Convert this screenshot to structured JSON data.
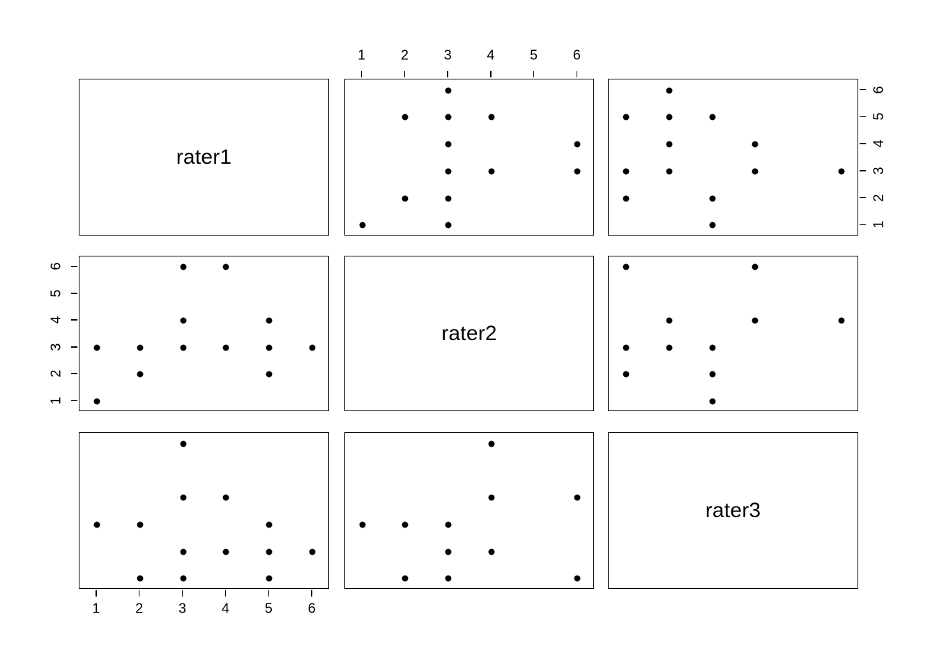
{
  "figure": {
    "kind": "scatterplot-matrix",
    "background": "#ffffff",
    "point_color": "#000000",
    "axis_color": "#000000",
    "variables": [
      "rater1",
      "rater2",
      "rater3"
    ],
    "diagonal_labels": [
      "rater1",
      "rater2",
      "rater3"
    ],
    "tick_labels": [
      "1",
      "2",
      "3",
      "4",
      "5",
      "6"
    ]
  },
  "chart_data": {
    "type": "scatter",
    "title": "",
    "xlabel": "",
    "ylabel": "",
    "grid": false,
    "legend": "none",
    "variables": [
      "rater1",
      "rater2",
      "rater3"
    ],
    "axis_range": [
      0.6,
      6.4
    ],
    "axis_ticks": [
      1,
      2,
      3,
      4,
      5,
      6
    ],
    "tick_labels": [
      "1",
      "2",
      "3",
      "4",
      "5",
      "6"
    ],
    "n_observations": 13,
    "observations": [
      {
        "rater1": 1,
        "rater2": 1,
        "rater3": 3
      },
      {
        "rater1": 2,
        "rater2": 2,
        "rater3": 1
      },
      {
        "rater1": 2,
        "rater2": 3,
        "rater3": 3
      },
      {
        "rater1": 3,
        "rater2": 3,
        "rater3": 1
      },
      {
        "rater1": 3,
        "rater2": 4,
        "rater3": 2
      },
      {
        "rater1": 3,
        "rater2": 6,
        "rater3": 6
      },
      {
        "rater1": 4,
        "rater2": 3,
        "rater3": 2
      },
      {
        "rater1": 4,
        "rater2": 6,
        "rater3": 4
      },
      {
        "rater1": 5,
        "rater2": 2,
        "rater3": 1
      },
      {
        "rater1": 5,
        "rater2": 3,
        "rater3": 3
      },
      {
        "rater1": 5,
        "rater2": 4,
        "rater3": 2
      },
      {
        "rater1": 6,
        "rater2": 3,
        "rater3": 2
      },
      {
        "rater1": 1,
        "rater2": 3,
        "rater3": 3
      }
    ],
    "panels": [
      {
        "row": 1,
        "col": 1,
        "kind": "diagonal",
        "label": "rater1",
        "x_var": "rater1",
        "y_var": "rater1",
        "points": []
      },
      {
        "row": 1,
        "col": 2,
        "kind": "scatter",
        "label": "",
        "x_var": "rater2",
        "y_var": "rater1",
        "x_axis_side": "top",
        "y_axis_side": "none",
        "points": [
          [
            1,
            1
          ],
          [
            2,
            2
          ],
          [
            2,
            5
          ],
          [
            3,
            1
          ],
          [
            3,
            2
          ],
          [
            3,
            3
          ],
          [
            3,
            4
          ],
          [
            3,
            5
          ],
          [
            3,
            6
          ],
          [
            4,
            3
          ],
          [
            4,
            5
          ],
          [
            6,
            3
          ],
          [
            6,
            4
          ]
        ]
      },
      {
        "row": 1,
        "col": 3,
        "kind": "scatter",
        "label": "",
        "x_var": "rater3",
        "y_var": "rater1",
        "x_axis_side": "none",
        "y_axis_side": "right",
        "points": [
          [
            1,
            2
          ],
          [
            1,
            3
          ],
          [
            1,
            5
          ],
          [
            2,
            3
          ],
          [
            2,
            4
          ],
          [
            2,
            5
          ],
          [
            2,
            6
          ],
          [
            3,
            1
          ],
          [
            3,
            2
          ],
          [
            3,
            5
          ],
          [
            4,
            3
          ],
          [
            4,
            4
          ],
          [
            6,
            3
          ]
        ]
      },
      {
        "row": 2,
        "col": 1,
        "kind": "scatter",
        "label": "",
        "x_var": "rater1",
        "y_var": "rater2",
        "x_axis_side": "none",
        "y_axis_side": "left",
        "points": [
          [
            1,
            1
          ],
          [
            1,
            3
          ],
          [
            2,
            2
          ],
          [
            2,
            3
          ],
          [
            3,
            3
          ],
          [
            3,
            4
          ],
          [
            3,
            6
          ],
          [
            4,
            3
          ],
          [
            4,
            6
          ],
          [
            5,
            2
          ],
          [
            5,
            3
          ],
          [
            5,
            4
          ],
          [
            6,
            3
          ]
        ]
      },
      {
        "row": 2,
        "col": 2,
        "kind": "diagonal",
        "label": "rater2",
        "x_var": "rater2",
        "y_var": "rater2",
        "points": []
      },
      {
        "row": 2,
        "col": 3,
        "kind": "scatter",
        "label": "",
        "x_var": "rater3",
        "y_var": "rater2",
        "x_axis_side": "none",
        "y_axis_side": "none",
        "points": [
          [
            1,
            2
          ],
          [
            1,
            3
          ],
          [
            1,
            6
          ],
          [
            2,
            3
          ],
          [
            2,
            4
          ],
          [
            3,
            1
          ],
          [
            3,
            2
          ],
          [
            3,
            3
          ],
          [
            4,
            4
          ],
          [
            4,
            6
          ],
          [
            6,
            4
          ]
        ]
      },
      {
        "row": 3,
        "col": 1,
        "kind": "scatter",
        "label": "",
        "x_var": "rater1",
        "y_var": "rater3",
        "x_axis_side": "bottom",
        "y_axis_side": "none",
        "points": [
          [
            1,
            3
          ],
          [
            2,
            1
          ],
          [
            2,
            3
          ],
          [
            3,
            1
          ],
          [
            3,
            2
          ],
          [
            3,
            4
          ],
          [
            3,
            6
          ],
          [
            4,
            2
          ],
          [
            4,
            4
          ],
          [
            5,
            1
          ],
          [
            5,
            2
          ],
          [
            5,
            3
          ],
          [
            6,
            2
          ]
        ]
      },
      {
        "row": 3,
        "col": 2,
        "kind": "scatter",
        "label": "",
        "x_var": "rater2",
        "y_var": "rater3",
        "x_axis_side": "none",
        "y_axis_side": "none",
        "points": [
          [
            1,
            3
          ],
          [
            2,
            1
          ],
          [
            2,
            3
          ],
          [
            3,
            1
          ],
          [
            3,
            2
          ],
          [
            3,
            3
          ],
          [
            4,
            2
          ],
          [
            4,
            4
          ],
          [
            4,
            6
          ],
          [
            6,
            1
          ],
          [
            6,
            4
          ]
        ]
      },
      {
        "row": 3,
        "col": 3,
        "kind": "diagonal",
        "label": "rater3",
        "x_var": "rater3",
        "y_var": "rater3",
        "points": []
      }
    ]
  }
}
